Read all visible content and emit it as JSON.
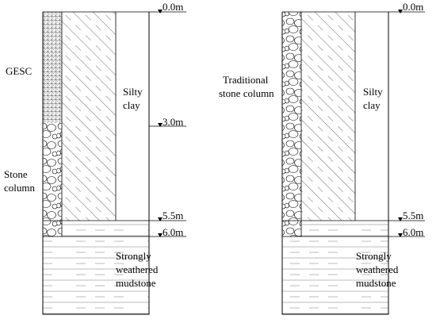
{
  "left_profile": {
    "column_label": "GESC",
    "lower_column_label": [
      "Stone",
      "column"
    ],
    "soil_upper": [
      "Silty",
      "clay"
    ],
    "soil_lower": [
      "Strongly",
      "weathered",
      "mudstone"
    ],
    "depths": [
      "0.0m",
      "3.0m",
      "5.5m",
      "6.0m"
    ]
  },
  "right_profile": {
    "column_label": [
      "Traditional",
      "stone column"
    ],
    "soil_upper": [
      "Silty",
      "clay"
    ],
    "soil_lower": [
      "Strongly",
      "weathered",
      "mudstone"
    ],
    "depths": [
      "0.0m",
      "5.5m",
      "6.0m"
    ]
  }
}
